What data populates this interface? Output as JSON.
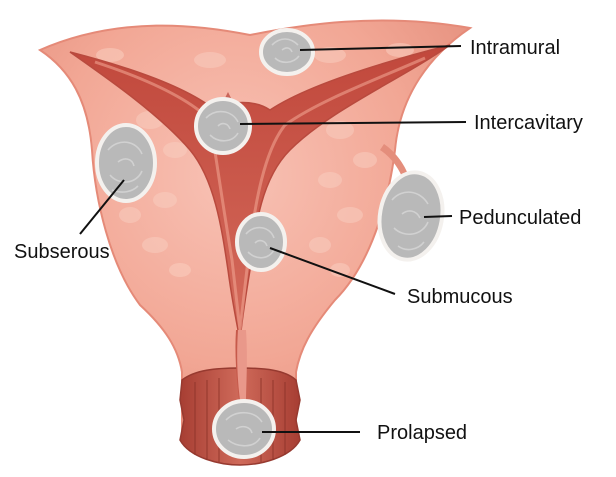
{
  "labels": {
    "intramural": "Intramural",
    "intercavitary": "Intercavitary",
    "pedunculated": "Pedunculated",
    "subserous": "Subserous",
    "submucous": "Submucous",
    "prolapsed": "Prolapsed"
  },
  "colors": {
    "uterus_wall": "#f3a99a",
    "uterus_dark": "#e0806f",
    "uterus_highlight": "#f8c7bb",
    "cavity": "#c8584a",
    "cervix_canal": "#b54c3f",
    "fibroid": "#b9b9b9",
    "text": "#111111"
  }
}
